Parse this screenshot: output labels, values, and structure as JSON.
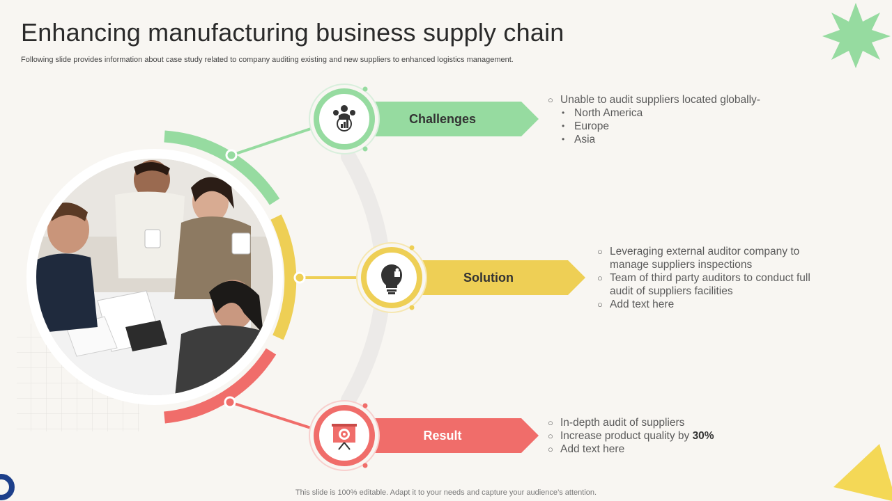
{
  "title": "Enhancing manufacturing business supply chain",
  "subtitle": "Following slide provides information about case study related to company auditing existing and new suppliers to enhanced logistics management.",
  "footer": "This slide is 100% editable. Adapt it to your needs and capture your audience’s attention.",
  "colors": {
    "challenges": "#96dba0",
    "solution": "#eecf55",
    "result": "#f06d6a",
    "star": "#96dba0",
    "triangle": "#f4d856",
    "ring": "#1d3f8a"
  },
  "challenges": {
    "label": "Challenges",
    "icon": "team-chart-icon",
    "items": [
      {
        "text": "Unable to audit suppliers located globally-",
        "level": 1
      },
      {
        "text": "North America",
        "level": 2
      },
      {
        "text": "Europe",
        "level": 2
      },
      {
        "text": "Asia",
        "level": 2
      }
    ]
  },
  "solution": {
    "label": "Solution",
    "icon": "lightbulb-puzzle-icon",
    "items": [
      {
        "text": "Leveraging external auditor company to"
      },
      {
        "text": "manage suppliers inspections"
      },
      {
        "text": "Team of third party auditors to conduct full"
      },
      {
        "text": "audit of suppliers facilities"
      },
      {
        "text": "Add text here"
      }
    ]
  },
  "result": {
    "label": "Result",
    "icon": "target-presentation-icon",
    "items": [
      {
        "text": "In-depth audit of suppliers"
      },
      {
        "text_before": "Increase product quality by ",
        "bold": "30%"
      },
      {
        "text": "Add text here"
      }
    ]
  },
  "photo": {
    "description_icon": "business-team-meeting-photo"
  }
}
